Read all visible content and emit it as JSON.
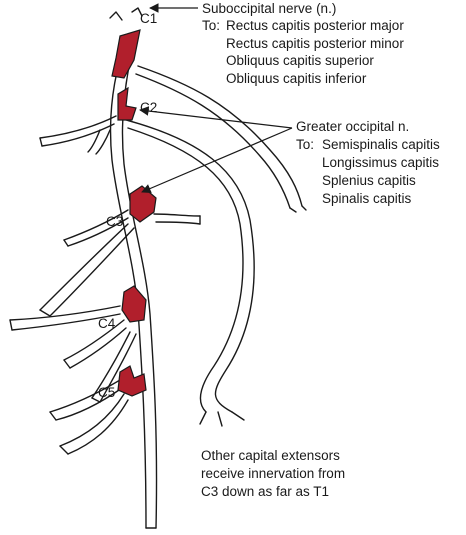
{
  "colors": {
    "nerve_root": "#b11f2c",
    "nerve_outline": "#1a1a1a",
    "text": "#1a1a1a"
  },
  "levels": {
    "c1": "C1",
    "c2": "C2",
    "c3": "C3",
    "c4": "C4",
    "c5": "C5"
  },
  "suboccipital": {
    "title": "Suboccipital nerve (n.)",
    "to_prefix": "To:",
    "muscles": [
      "Rectus capitis posterior major",
      "Rectus capitis posterior minor",
      "Obliquus capitis superior",
      "Obliquus capitis inferior"
    ]
  },
  "greater_occipital": {
    "title": "Greater occipital n.",
    "to_prefix": "To:",
    "muscles": [
      "Semispinalis capitis",
      "Longissimus capitis",
      "Splenius capitis",
      "Spinalis capitis"
    ]
  },
  "footnote": {
    "lines": [
      "Other capital extensors",
      "receive innervation from",
      "C3 down as far as T1"
    ]
  }
}
